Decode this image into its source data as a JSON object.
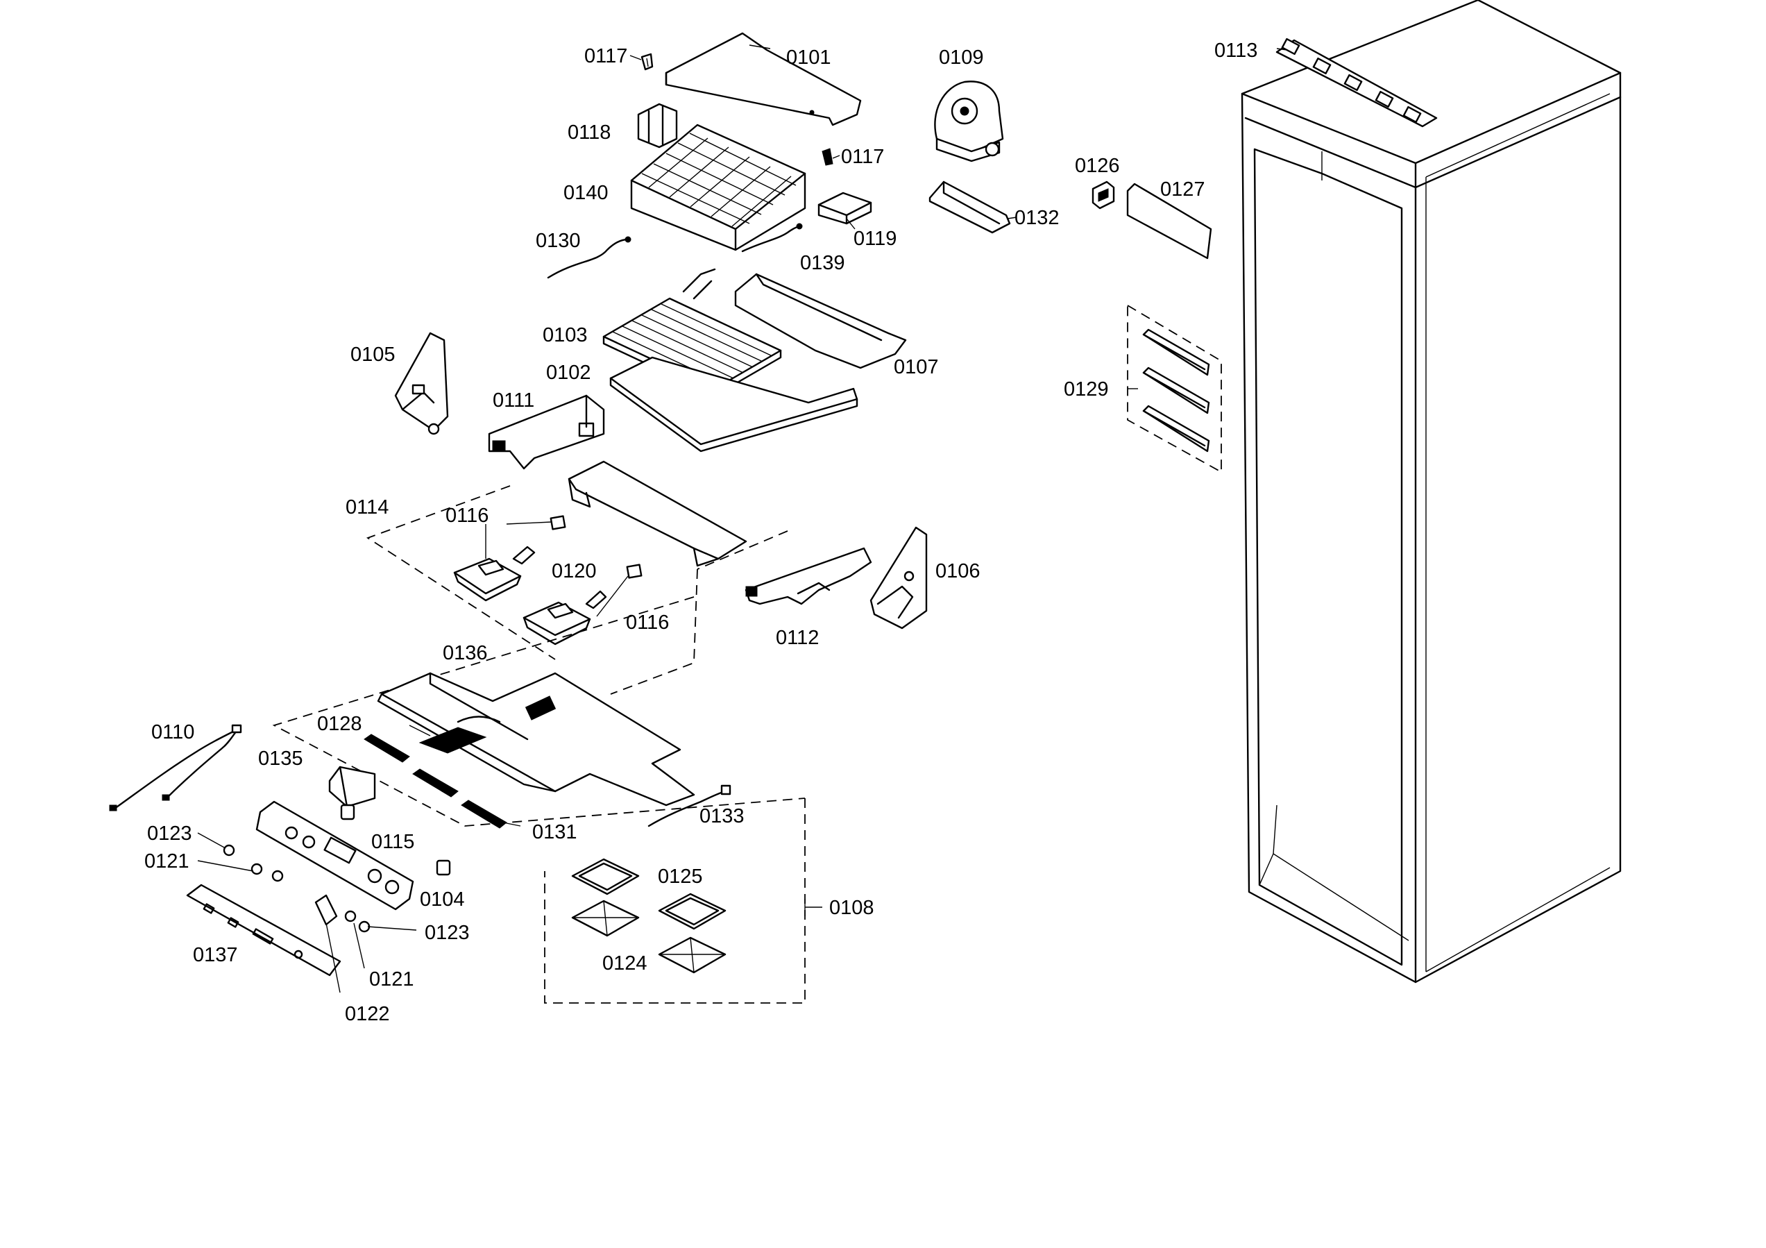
{
  "labels": {
    "p0101": "0101",
    "p0102": "0102",
    "p0103": "0103",
    "p0104": "0104",
    "p0105": "0105",
    "p0106": "0106",
    "p0107": "0107",
    "p0108": "0108",
    "p0109": "0109",
    "p0110": "0110",
    "p0111": "0111",
    "p0112": "0112",
    "p0113": "0113",
    "p0114": "0114",
    "p0115": "0115",
    "p0116a": "0116",
    "p0116b": "0116",
    "p0117a": "0117",
    "p0117b": "0117",
    "p0118": "0118",
    "p0119": "0119",
    "p0120": "0120",
    "p0121a": "0121",
    "p0121b": "0121",
    "p0122": "0122",
    "p0123a": "0123",
    "p0123b": "0123",
    "p0124": "0124",
    "p0125": "0125",
    "p0126": "0126",
    "p0127": "0127",
    "p0128": "0128",
    "p0129": "0129",
    "p0130": "0130",
    "p0131": "0131",
    "p0132": "0132",
    "p0133": "0133",
    "p0135": "0135",
    "p0136": "0136",
    "p0137": "0137",
    "p0139": "0139",
    "p0140": "0140"
  }
}
